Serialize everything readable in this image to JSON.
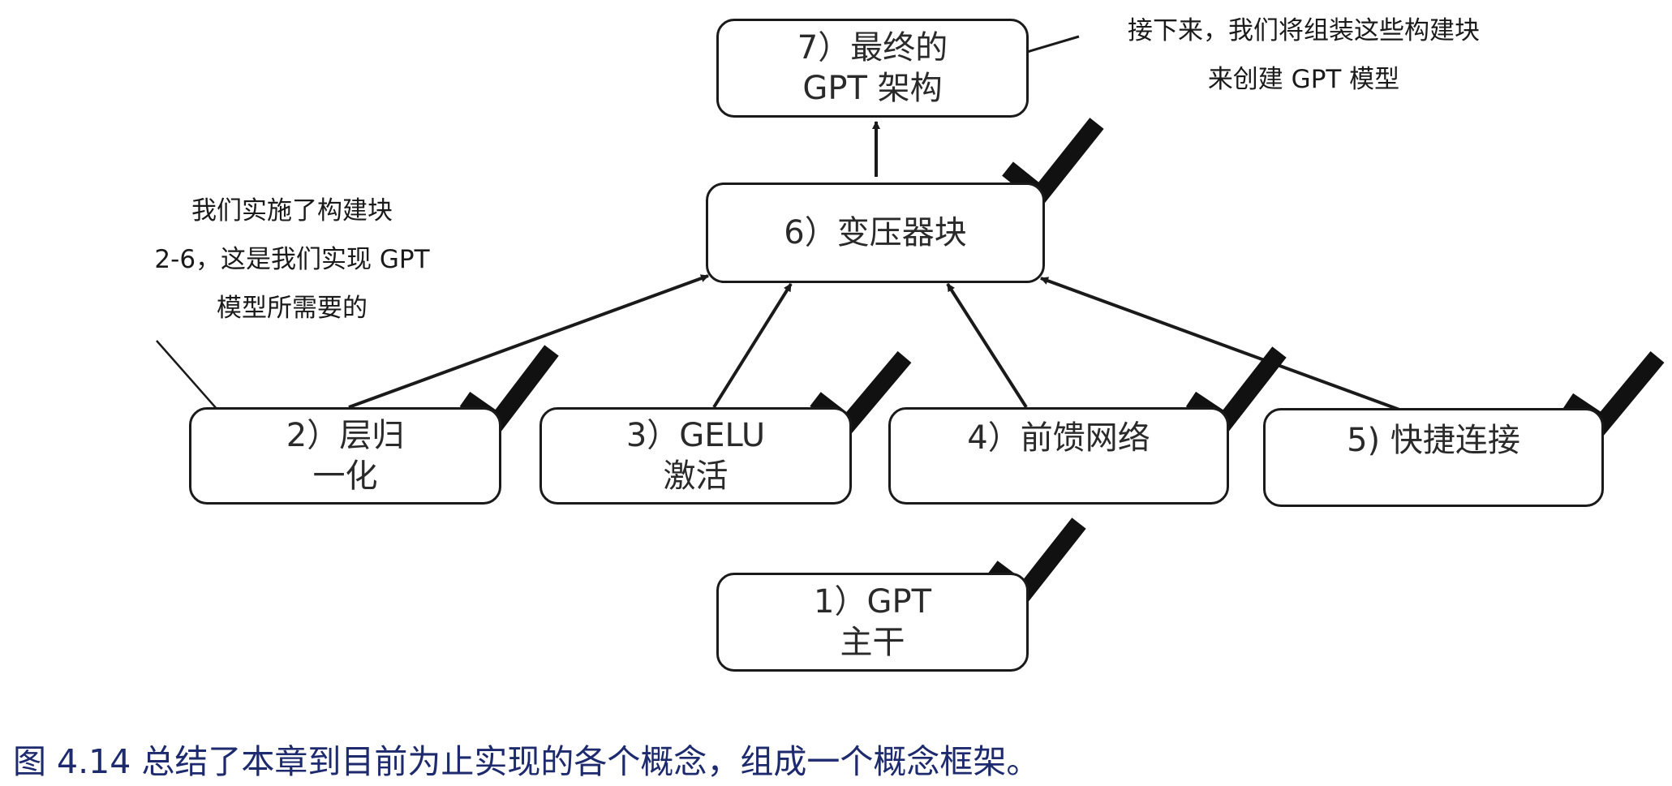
{
  "boxes": {
    "final": {
      "line1": "7）最终的",
      "line2": "GPT 架构"
    },
    "transformer": {
      "line1": "6）变压器块"
    },
    "layernorm": {
      "line1": "2）层归",
      "line2": "一化"
    },
    "gelu": {
      "line1": "3）GELU",
      "line2": "激活"
    },
    "feedforward": {
      "line1": "4）前馈网络"
    },
    "shortcut": {
      "line1": "5) 快捷连接"
    },
    "backbone": {
      "line1": "1）GPT",
      "line2": "主干"
    }
  },
  "notes": {
    "next": {
      "line1": "接下来，我们将组装这些构建块",
      "line2": "来创建 GPT 模型"
    },
    "implemented": {
      "line1": "我们实施了构建块",
      "line2": "2-6，这是我们实现 GPT",
      "line3": "模型所需要的"
    }
  },
  "caption": "图 4.14 总结了本章到目前为止实现的各个概念，组成一个概念框架。",
  "colors": {
    "line": "#1a1a1a",
    "caption": "#1d2a6e",
    "check": "#111111"
  },
  "icons": [
    "checkmark-icon",
    "arrow-icon"
  ]
}
